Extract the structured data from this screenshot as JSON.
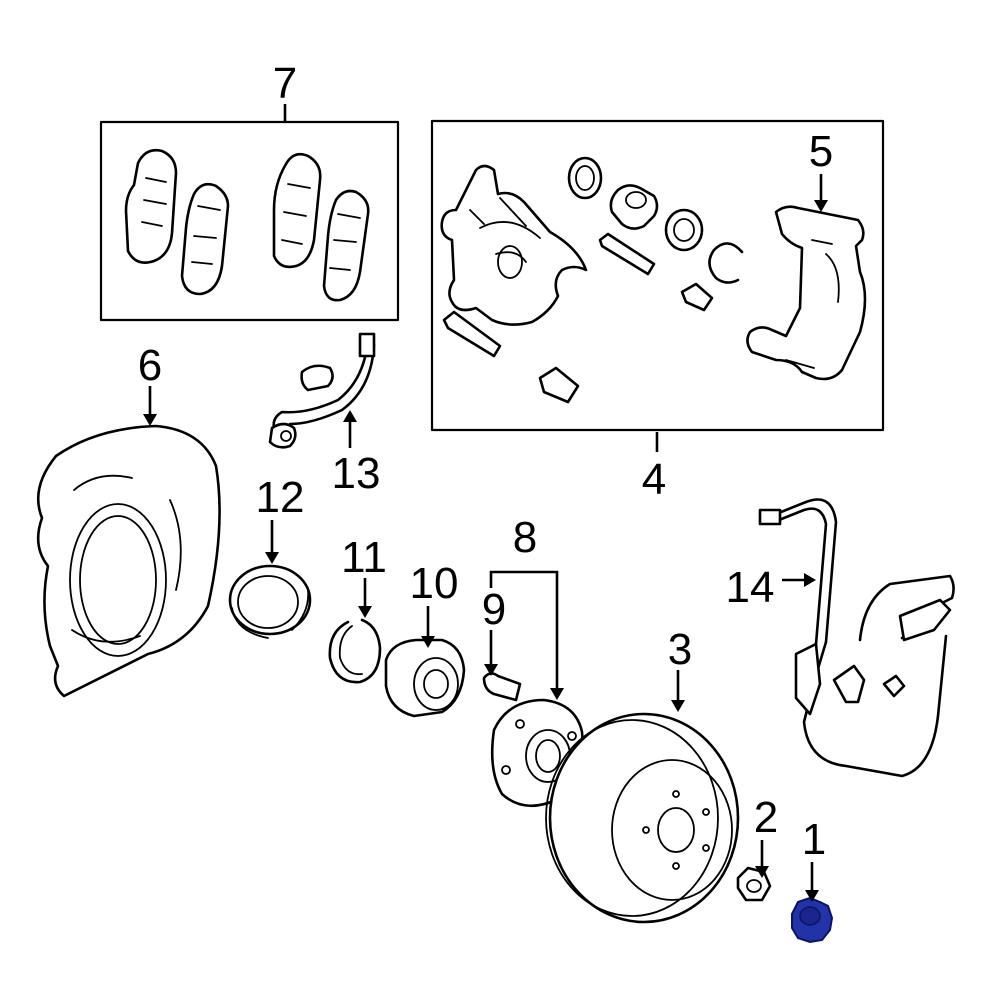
{
  "diagram": {
    "callouts": [
      {
        "id": "1",
        "label": "1"
      },
      {
        "id": "2",
        "label": "2"
      },
      {
        "id": "3",
        "label": "3"
      },
      {
        "id": "4",
        "label": "4"
      },
      {
        "id": "5",
        "label": "5"
      },
      {
        "id": "6",
        "label": "6"
      },
      {
        "id": "7",
        "label": "7"
      },
      {
        "id": "8",
        "label": "8"
      },
      {
        "id": "9",
        "label": "9"
      },
      {
        "id": "10",
        "label": "10"
      },
      {
        "id": "11",
        "label": "11"
      },
      {
        "id": "12",
        "label": "12"
      },
      {
        "id": "13",
        "label": "13"
      },
      {
        "id": "14",
        "label": "14"
      }
    ],
    "highlighted_part": "1",
    "highlight_color": "#2233a8"
  }
}
